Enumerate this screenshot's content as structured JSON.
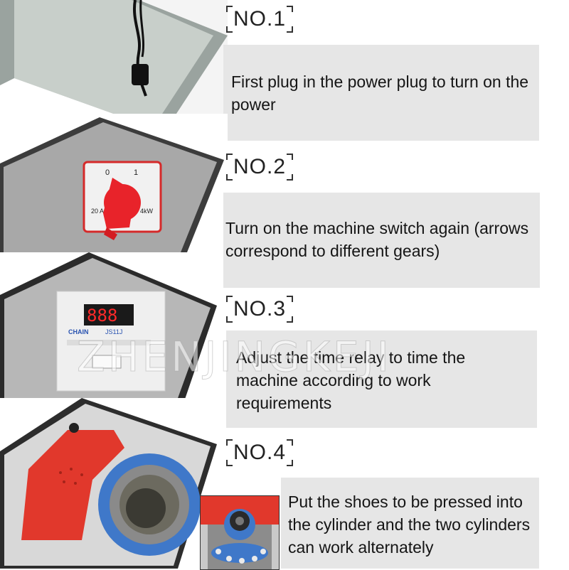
{
  "steps": [
    {
      "tag": "NO.1",
      "text": "First plug in the power plug to turn on the power"
    },
    {
      "tag": "NO.2",
      "text": "Turn on the machine switch again (arrows correspond to different gears)"
    },
    {
      "tag": "NO.3",
      "text": "Adjust the time relay to time the machine according to work requirements"
    },
    {
      "tag": "NO.4",
      "text": "Put the shoes to be pressed into the cylinder and the two cylinders can work alternately"
    }
  ],
  "switch_labels": {
    "off": "0",
    "on": "1",
    "current": "20 A",
    "power": "4kW"
  },
  "relay": {
    "display": "888",
    "brand": "CHAIN",
    "model": "JS11J"
  },
  "watermark": "ZHENJINGKEJI",
  "colors": {
    "box": "#e6e6e6",
    "switch_red": "#e8232a",
    "machine_red": "#e1382c",
    "flange_blue": "#3f78c9"
  }
}
